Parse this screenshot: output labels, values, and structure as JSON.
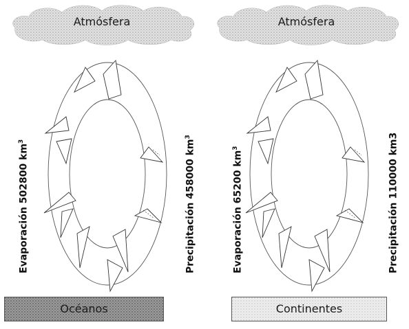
{
  "left": {
    "top_label": "Atmósfera",
    "evaporation": {
      "text": "Evaporación 502800 km",
      "sup": "3"
    },
    "precipitation": {
      "text": "Precipitación 458000 km",
      "sup": "3"
    },
    "bottom_label": "Océanos"
  },
  "right": {
    "top_label": "Atmósfera",
    "evaporation": {
      "text": "Evaporación 65200 km",
      "sup": "3"
    },
    "precipitation": {
      "text": "Precipitación 110000 km3",
      "sup": ""
    },
    "bottom_label": "Continentes"
  },
  "colors": {
    "cloud": "#c9c9c9",
    "ocean_box": "#8c8c8c",
    "continent_box": "#d8d8d8"
  }
}
